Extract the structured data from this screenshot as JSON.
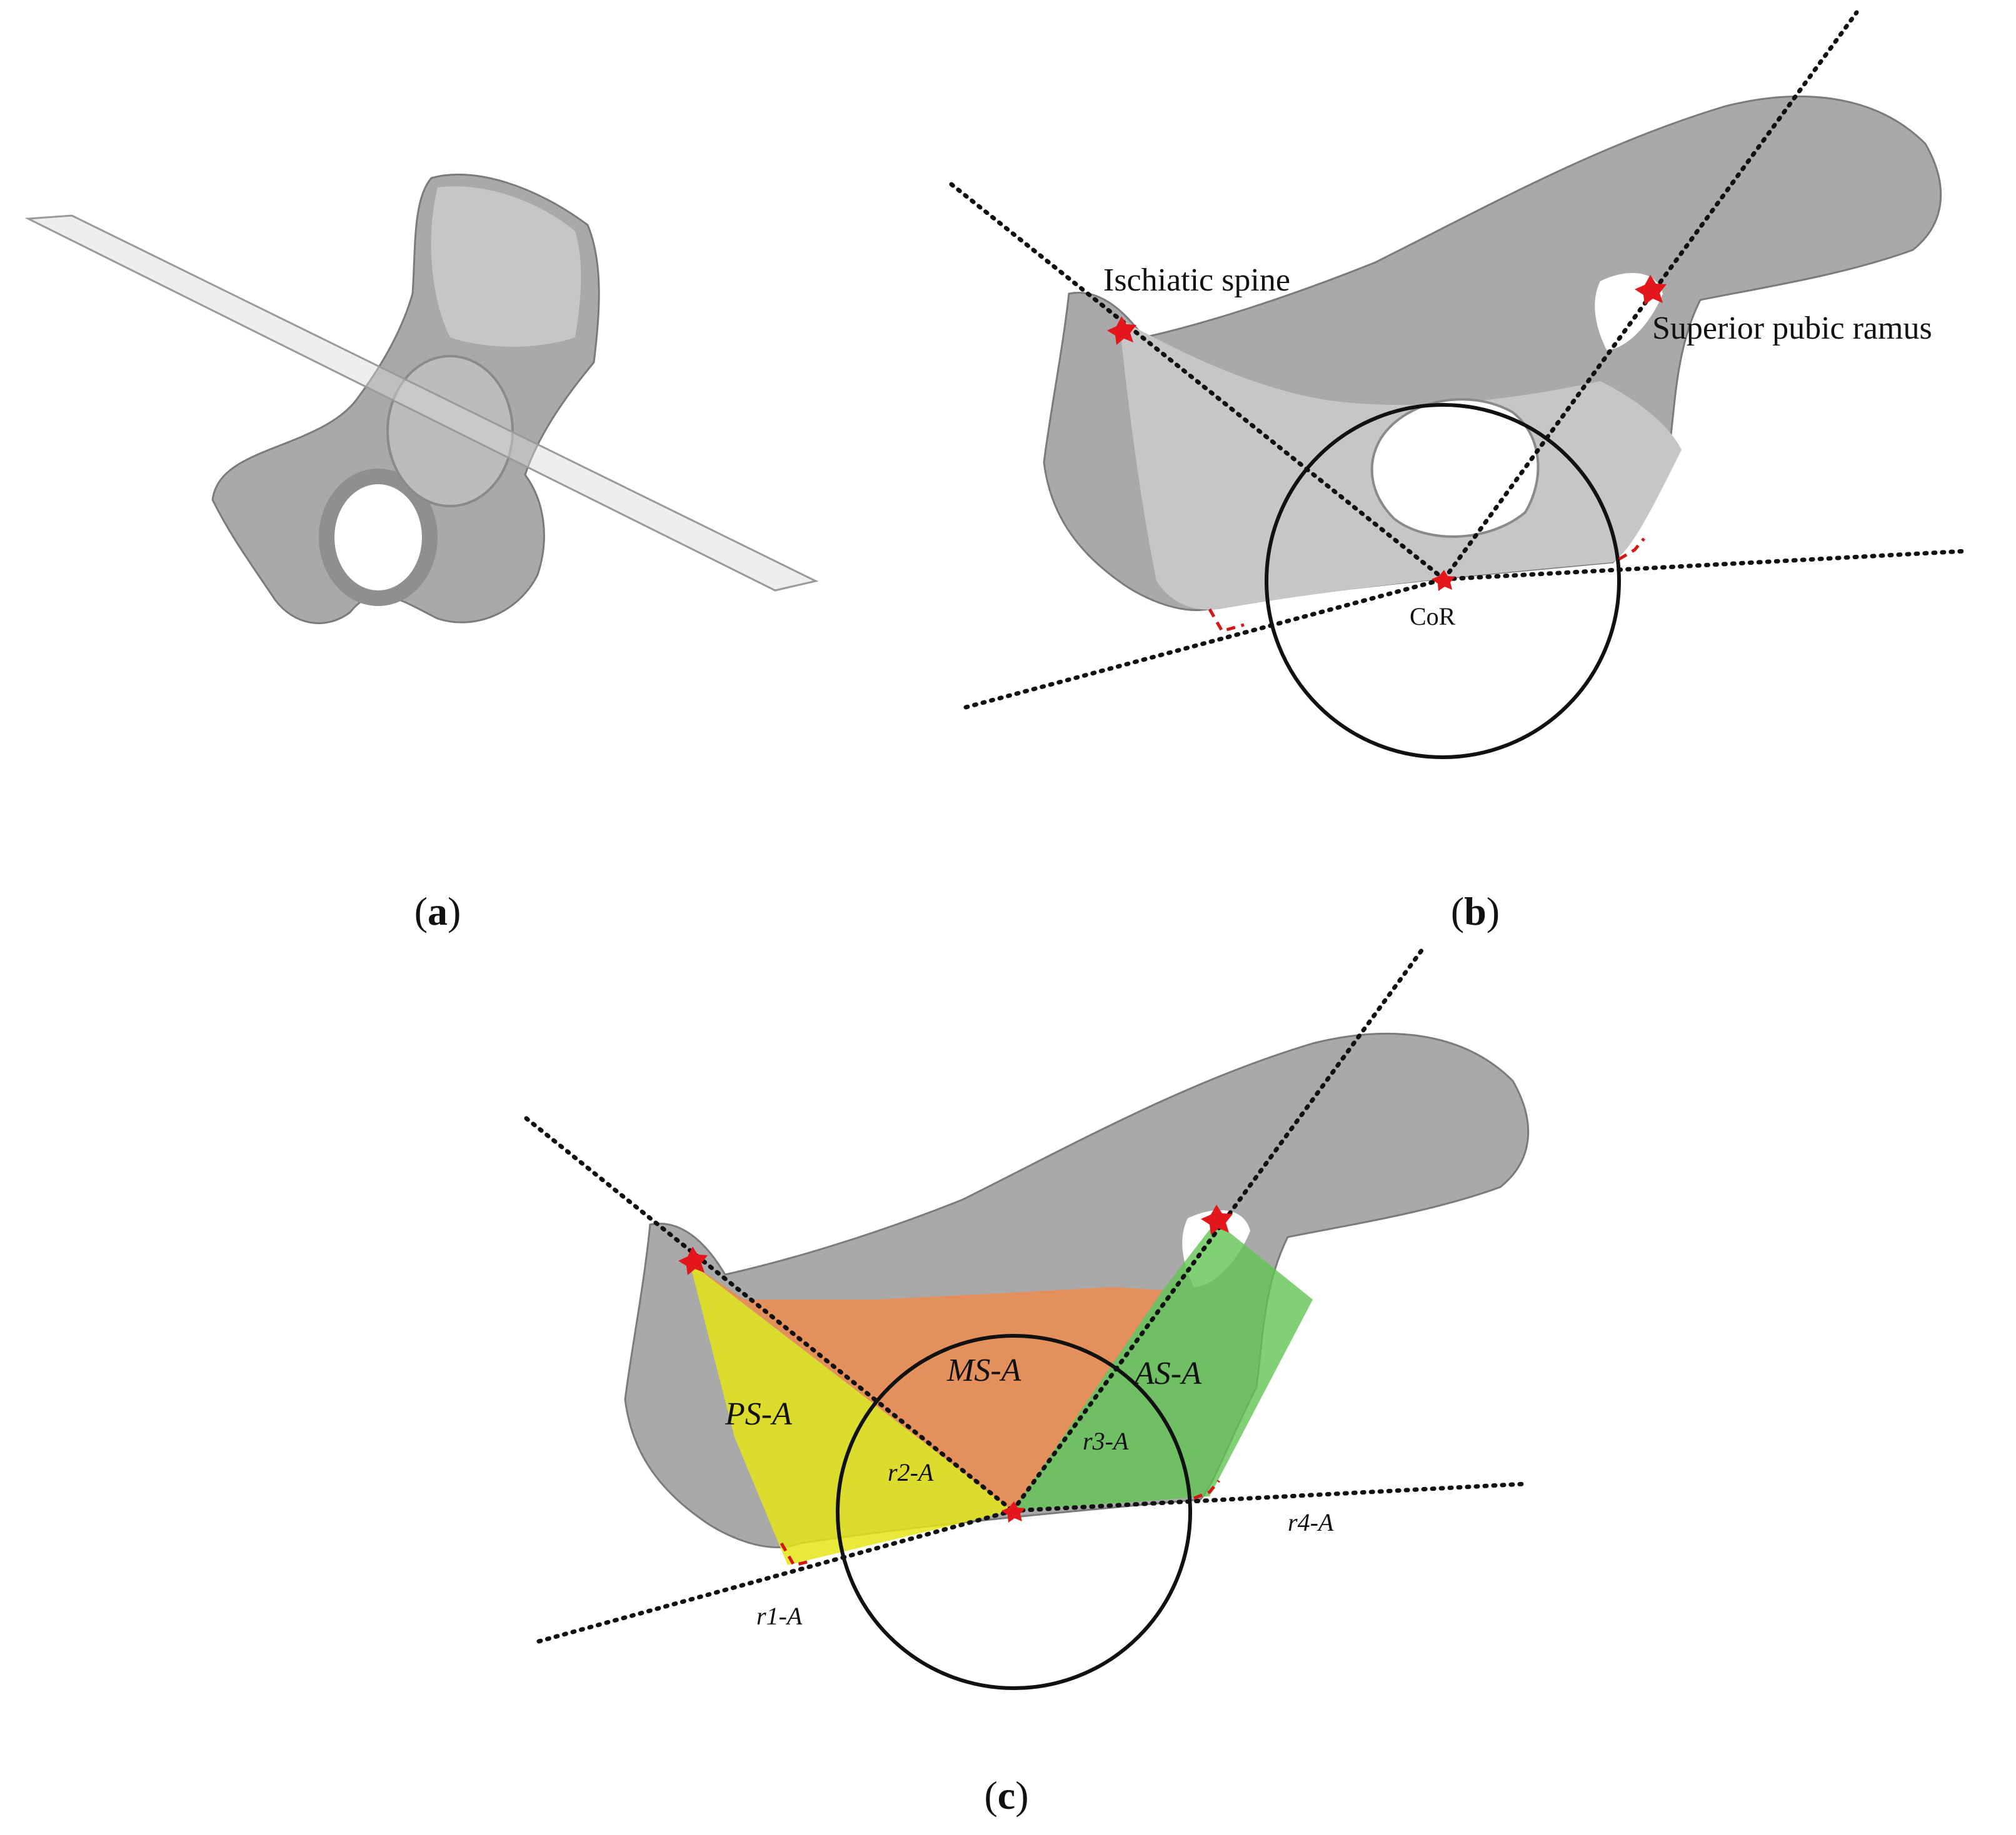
{
  "panels": {
    "a": {
      "caption_letter": "a"
    },
    "b": {
      "caption_letter": "b",
      "labels": {
        "ischiatic_spine": "Ischiatic spine",
        "superior_pubic_ramus": "Superior pubic ramus",
        "cor": "CoR"
      }
    },
    "c": {
      "caption_letter": "c",
      "regions": {
        "ps": "PS-A",
        "ms": "MS-A",
        "as": "AS-A"
      },
      "rays": {
        "r1": "r1-A",
        "r2": "r2-A",
        "r3": "r3-A",
        "r4": "r4-A"
      }
    }
  },
  "colors": {
    "ps_region": "#e5e51a",
    "ms_region": "#f08a4b",
    "as_region": "#63c454",
    "landmark": "#e3161b",
    "bone": "#a9a9a9"
  }
}
